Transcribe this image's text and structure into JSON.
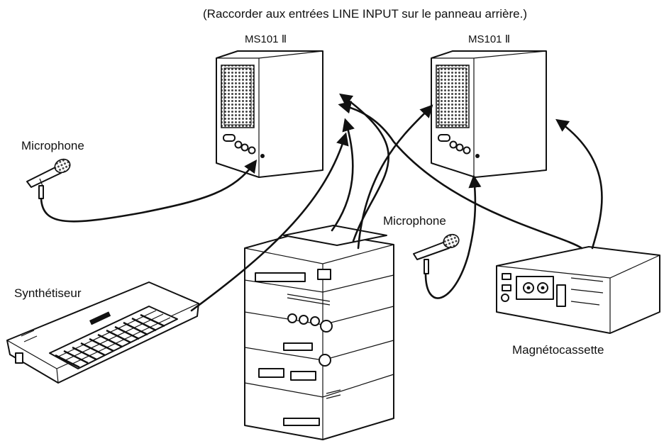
{
  "note": "(Raccorder aux entrées LINE INPUT sur le panneau arrière.)",
  "speaker_left_label": "MS101 Ⅱ",
  "speaker_right_label": "MS101 Ⅱ",
  "mic_left_label": "Microphone",
  "mic_center_label": "Microphone",
  "synth_label": "Synthétiseur",
  "cassette_label": "Magnétocassette",
  "colors": {
    "line": "#111111",
    "grille": "#444444",
    "background": "#ffffff"
  }
}
